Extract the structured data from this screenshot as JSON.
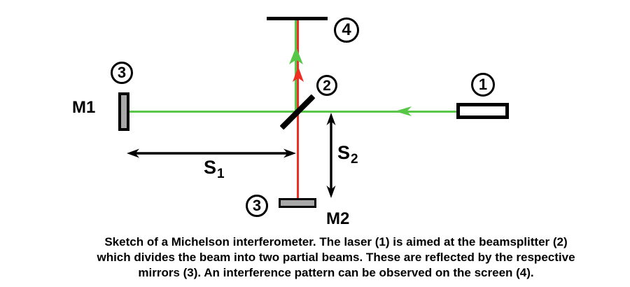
{
  "figure": {
    "type": "diagram",
    "subject": "Michelson interferometer sketch",
    "caption": {
      "line1": "Sketch of a Michelson interferometer. The laser (1) is aimed at the beamsplitter (2)",
      "line2": "which divides the beam into two partial beams. These are reflected by the respective",
      "line3": "mirrors (3). An interference pattern can be observed on the screen (4)."
    },
    "callouts": {
      "laser": "1",
      "beamsplitter": "2",
      "mirror_m1": "3",
      "mirror_m2": "3",
      "screen": "4"
    },
    "labels": {
      "mirror1": "M1",
      "mirror2": "M2",
      "distance1_base": "S",
      "distance1_sub": "1",
      "distance2_base": "S",
      "distance2_sub": "2"
    },
    "colors": {
      "beam_green": "#58c747",
      "beam_red": "#ee2e22",
      "mirror_fill": "#a8a8a8",
      "ink": "#000000",
      "background": "#ffffff"
    }
  }
}
